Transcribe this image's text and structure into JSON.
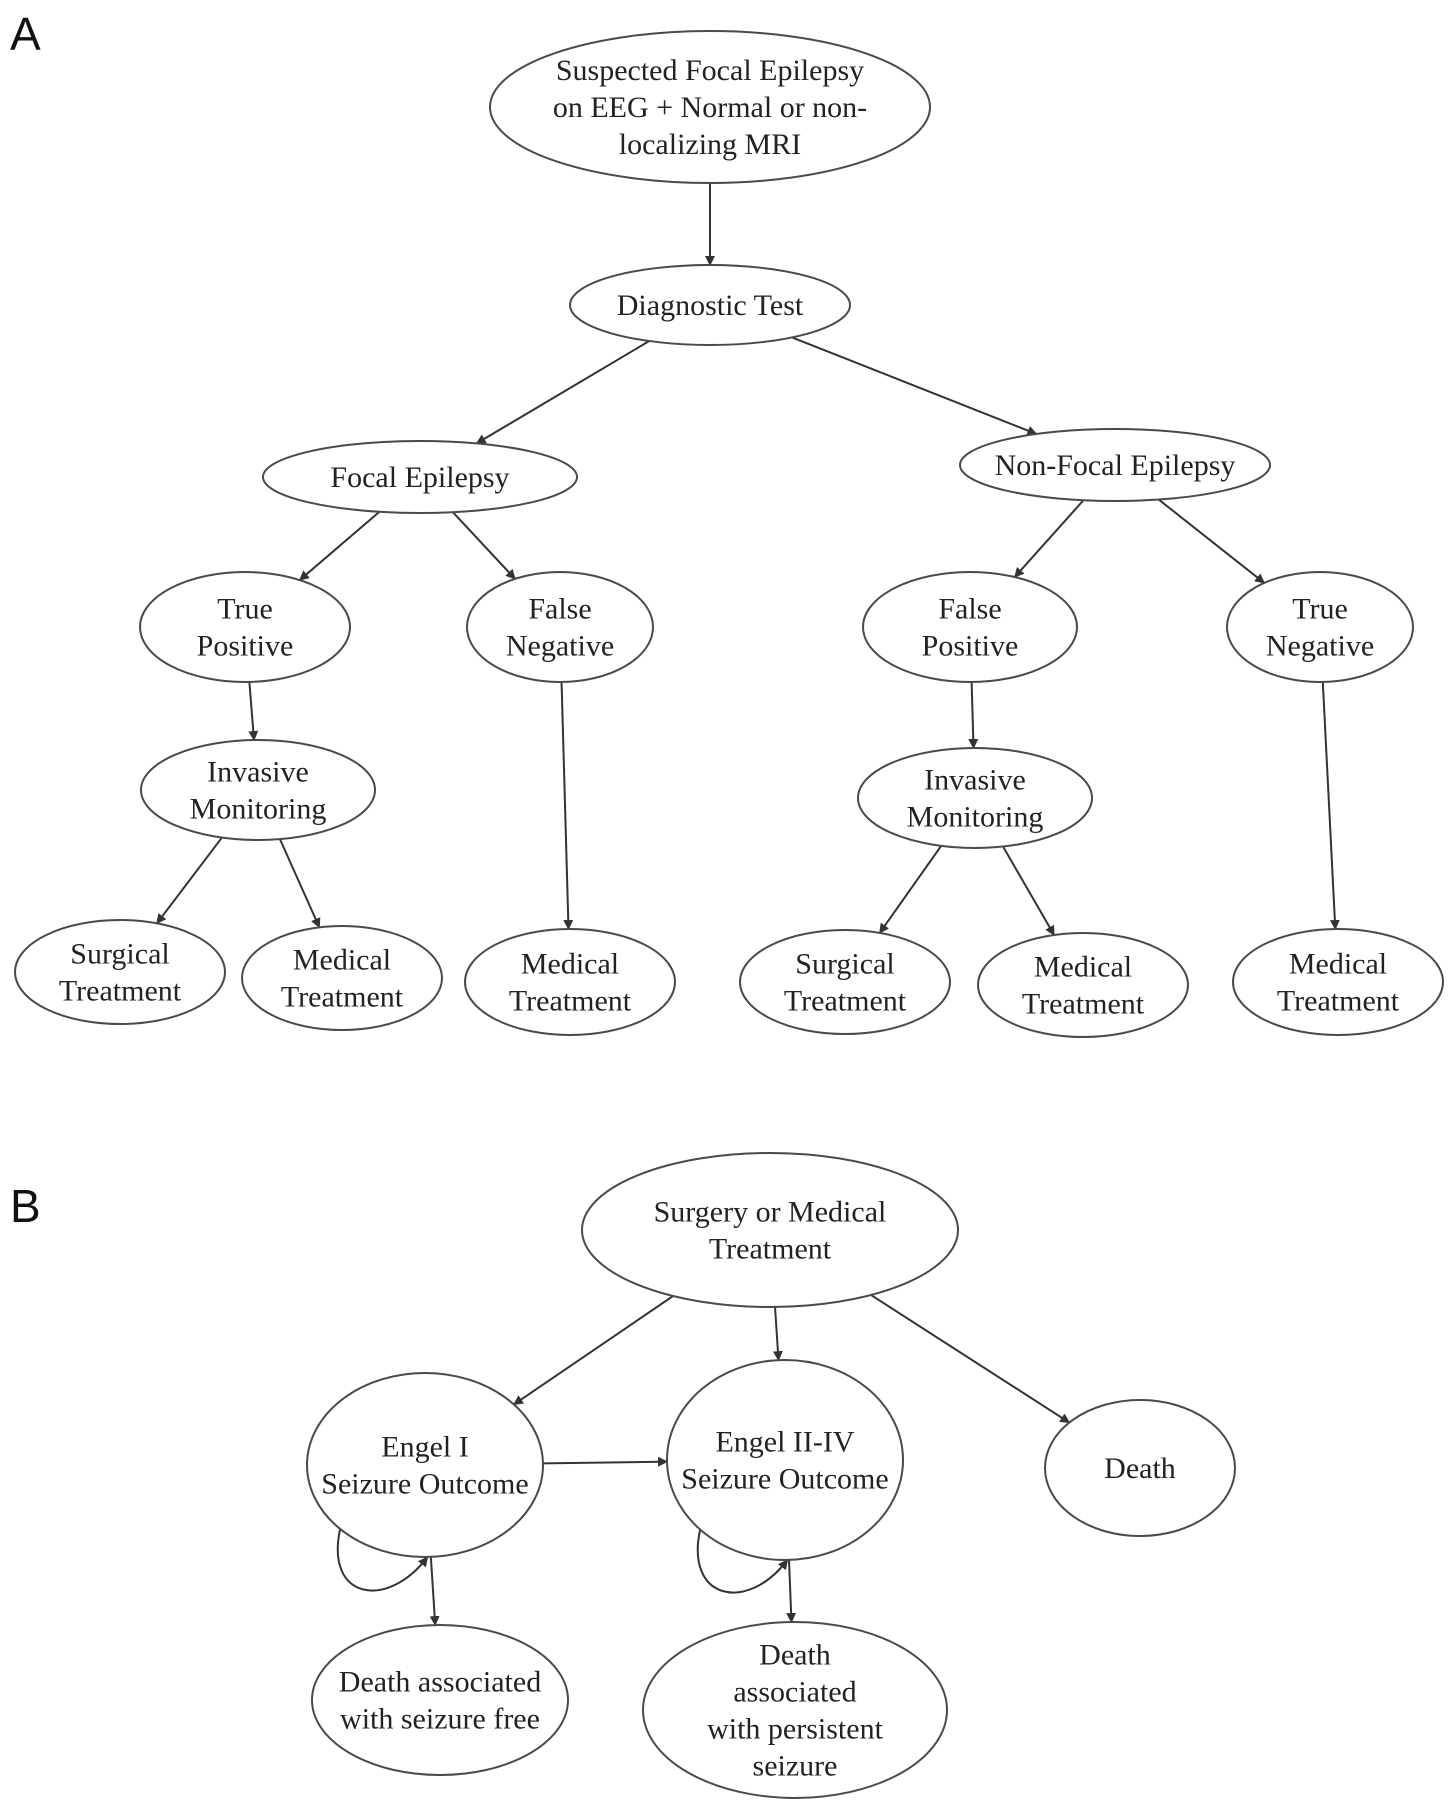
{
  "panels": {
    "a_label": "A",
    "b_label": "B"
  },
  "panel_a": {
    "nodes": [
      {
        "id": "suspected",
        "lines": [
          "Suspected Focal Epilepsy",
          "on EEG + Normal or non-",
          "localizing MRI"
        ]
      },
      {
        "id": "diagnostic",
        "lines": [
          "Diagnostic Test"
        ]
      },
      {
        "id": "focal",
        "lines": [
          "Focal Epilepsy"
        ]
      },
      {
        "id": "nonfocal",
        "lines": [
          "Non-Focal Epilepsy"
        ]
      },
      {
        "id": "tp",
        "lines": [
          "True",
          "Positive"
        ]
      },
      {
        "id": "fn",
        "lines": [
          "False",
          "Negative"
        ]
      },
      {
        "id": "fp",
        "lines": [
          "False",
          "Positive"
        ]
      },
      {
        "id": "tn",
        "lines": [
          "True",
          "Negative"
        ]
      },
      {
        "id": "inv1",
        "lines": [
          "Invasive",
          "Monitoring"
        ]
      },
      {
        "id": "inv2",
        "lines": [
          "Invasive",
          "Monitoring"
        ]
      },
      {
        "id": "surg1",
        "lines": [
          "Surgical",
          "Treatment"
        ]
      },
      {
        "id": "med1",
        "lines": [
          "Medical",
          "Treatment"
        ]
      },
      {
        "id": "med2",
        "lines": [
          "Medical",
          "Treatment"
        ]
      },
      {
        "id": "surg2",
        "lines": [
          "Surgical",
          "Treatment"
        ]
      },
      {
        "id": "med3",
        "lines": [
          "Medical",
          "Treatment"
        ]
      },
      {
        "id": "med4",
        "lines": [
          "Medical",
          "Treatment"
        ]
      }
    ],
    "edges": [
      [
        "suspected",
        "diagnostic"
      ],
      [
        "diagnostic",
        "focal"
      ],
      [
        "diagnostic",
        "nonfocal"
      ],
      [
        "focal",
        "tp"
      ],
      [
        "focal",
        "fn"
      ],
      [
        "nonfocal",
        "fp"
      ],
      [
        "nonfocal",
        "tn"
      ],
      [
        "tp",
        "inv1"
      ],
      [
        "fp",
        "inv2"
      ],
      [
        "inv1",
        "surg1"
      ],
      [
        "inv1",
        "med1"
      ],
      [
        "fn",
        "med2"
      ],
      [
        "inv2",
        "surg2"
      ],
      [
        "inv2",
        "med3"
      ],
      [
        "tn",
        "med4"
      ]
    ]
  },
  "panel_b": {
    "nodes": [
      {
        "id": "surgery",
        "lines": [
          "Surgery or Medical",
          "Treatment"
        ]
      },
      {
        "id": "engel1",
        "lines": [
          "Engel I",
          "Seizure Outcome"
        ]
      },
      {
        "id": "engel2",
        "lines": [
          "Engel II-IV",
          "Seizure Outcome"
        ]
      },
      {
        "id": "death",
        "lines": [
          "Death"
        ]
      },
      {
        "id": "death_free",
        "lines": [
          "Death associated",
          "with seizure free"
        ]
      },
      {
        "id": "death_persist",
        "lines": [
          "Death",
          "associated",
          "with persistent",
          "seizure"
        ]
      }
    ],
    "edges": [
      [
        "surgery",
        "engel1"
      ],
      [
        "surgery",
        "engel2"
      ],
      [
        "surgery",
        "death"
      ],
      [
        "engel1",
        "engel2"
      ],
      [
        "engel1",
        "engel1"
      ],
      [
        "engel2",
        "engel2"
      ],
      [
        "engel1",
        "death_free"
      ],
      [
        "engel2",
        "death_persist"
      ]
    ]
  }
}
